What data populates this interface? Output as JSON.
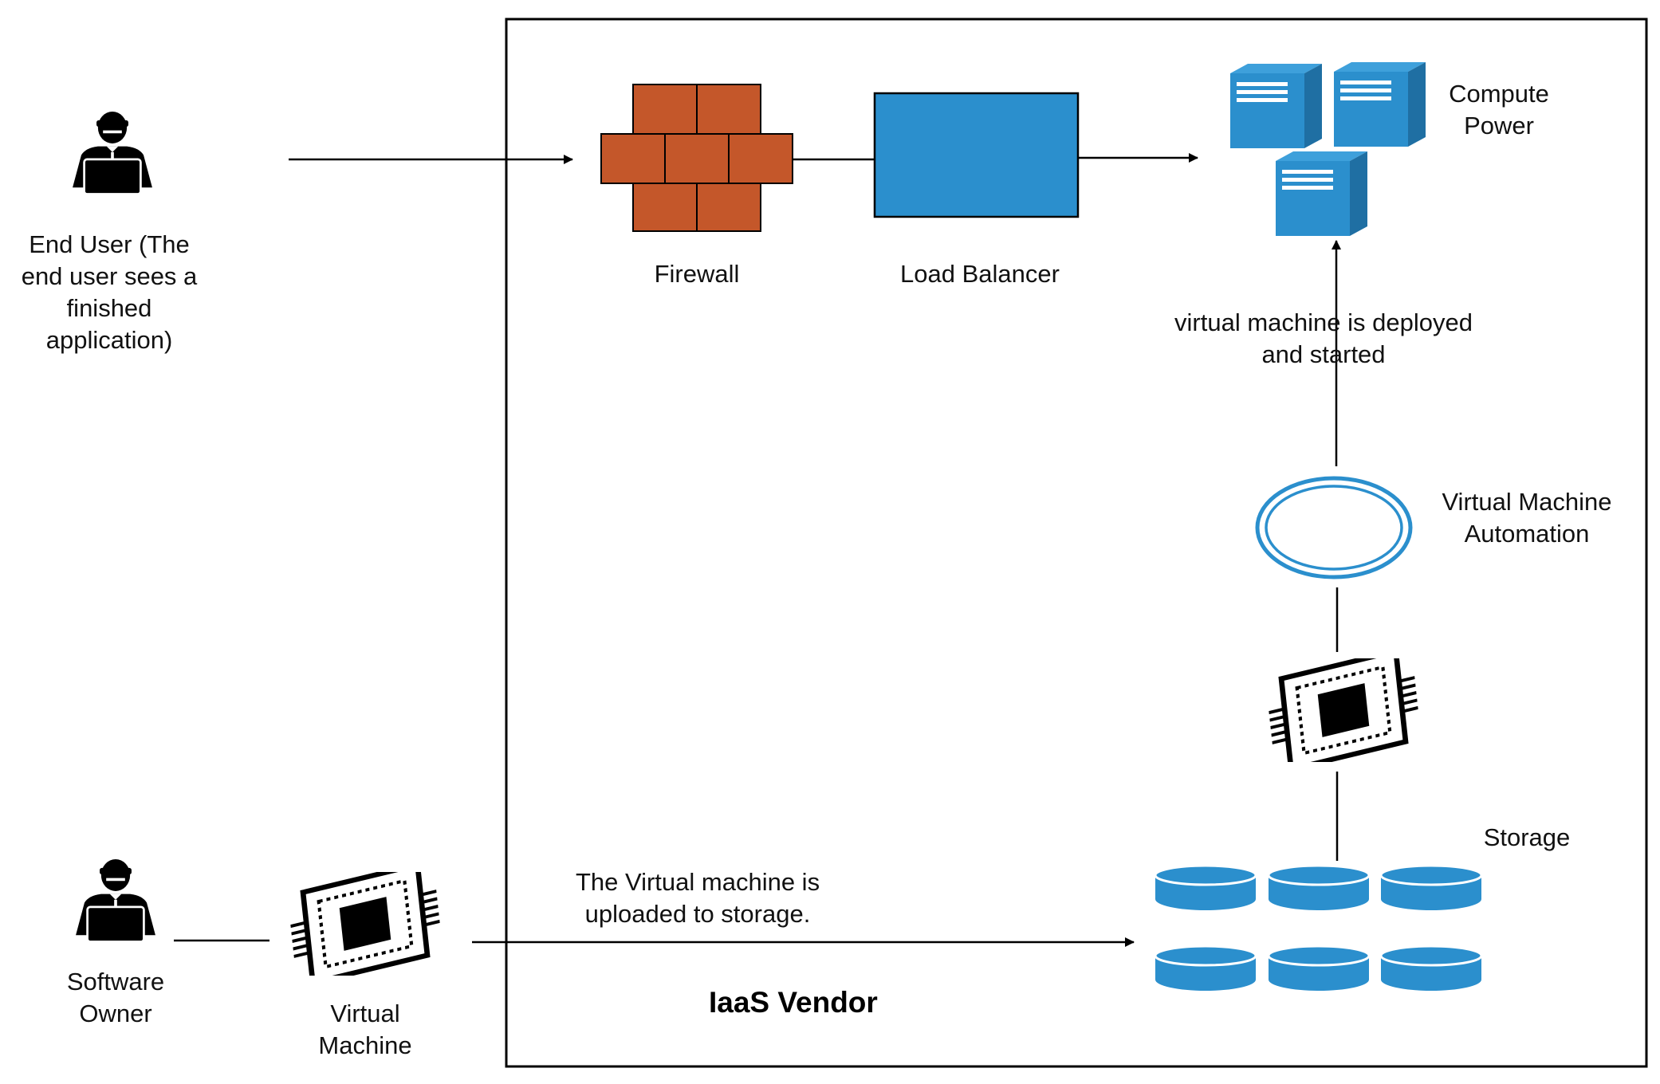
{
  "labels": {
    "end_user": "End User  (The\nend user sees a\nfinished\napplication)",
    "software_owner": "Software\nOwner",
    "virtual_machine": "Virtual\nMachine",
    "firewall": "Firewall",
    "load_balancer": "Load Balancer",
    "compute_power": "Compute\nPower",
    "deploy_note": "virtual machine is deployed\nand started",
    "vm_automation": "Virtual Machine\nAutomation",
    "storage": "Storage",
    "upload_note": "The Virtual machine is\nuploaded to storage.",
    "vendor_title": "IaaS Vendor"
  },
  "icons": {
    "user": "person-with-laptop-icon",
    "vm": "chip-icon",
    "firewall": "brick-wall-icon",
    "load_balancer": "rectangle-icon",
    "compute": "server-cube-icon",
    "automation": "ring-icon",
    "storage": "disk-cylinder-icon"
  },
  "colors": {
    "brick": "#c4572a",
    "blue": "#2b8fcd",
    "blue_light": "#3ea0db",
    "blue_dark": "#1f6fa3",
    "ink": "#000000"
  }
}
